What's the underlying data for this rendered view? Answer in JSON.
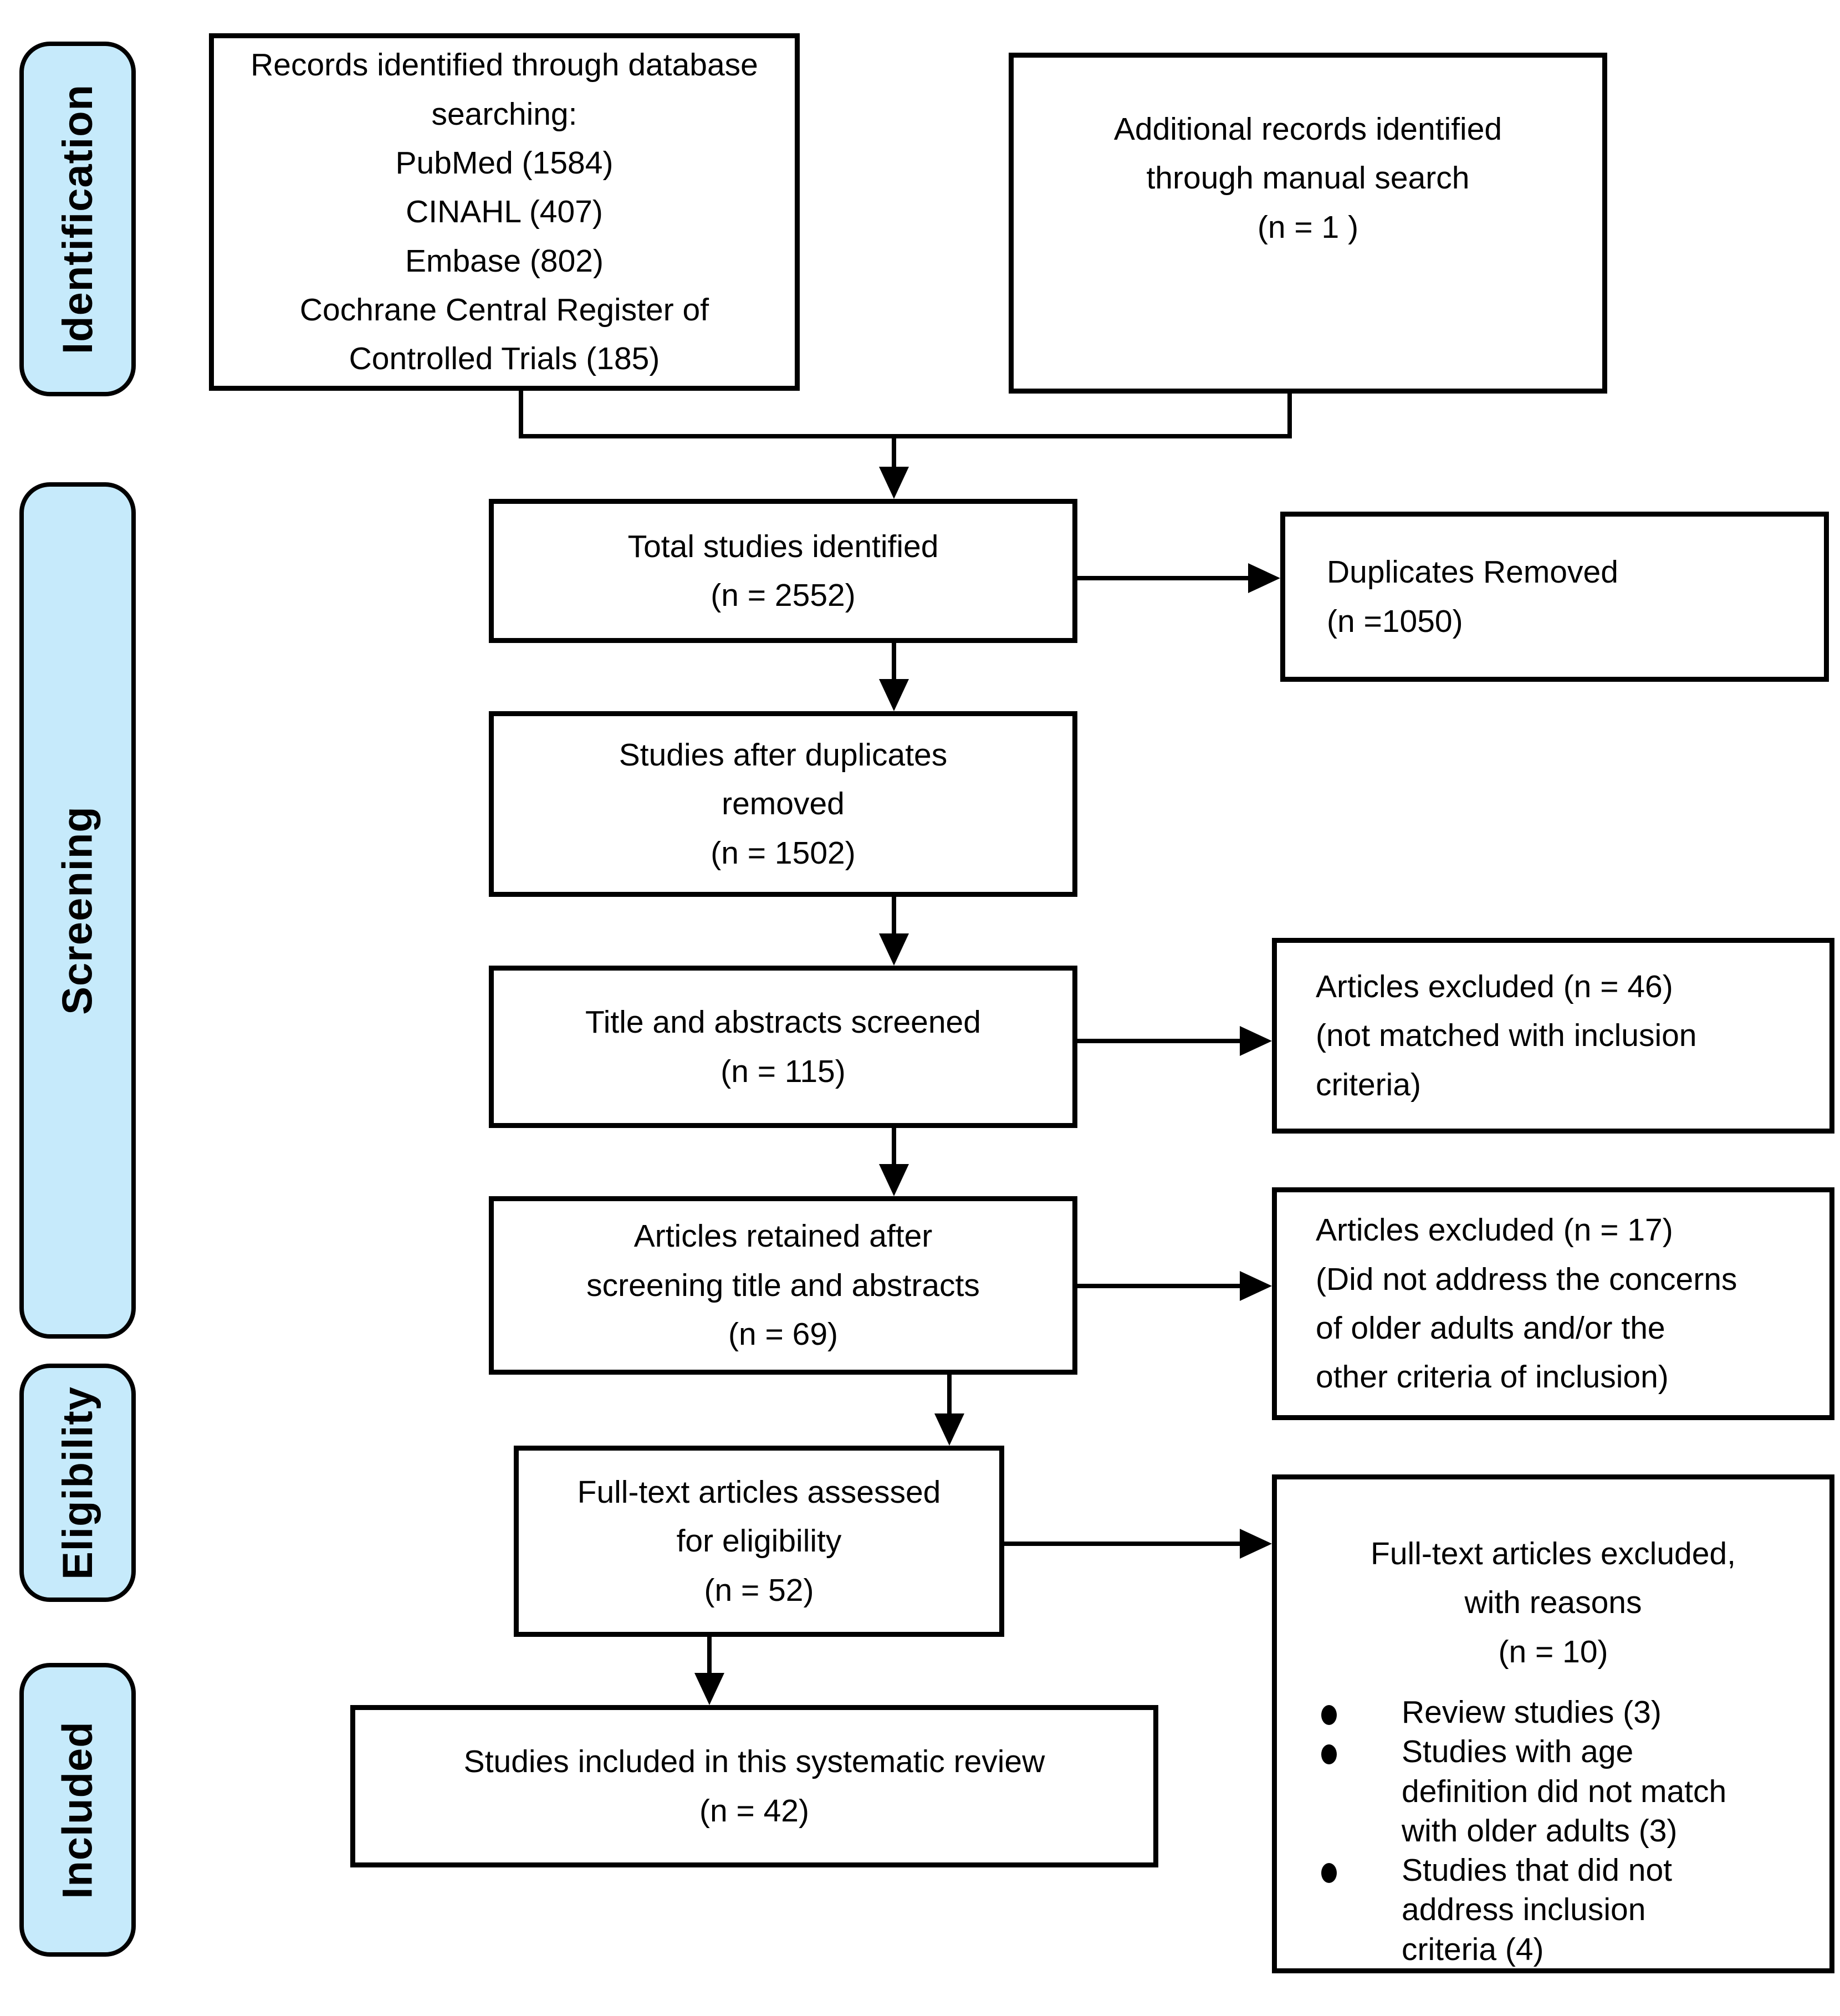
{
  "stages": [
    {
      "label": "Identification"
    },
    {
      "label": "Screening"
    },
    {
      "label": "Eligibility"
    },
    {
      "label": "Included"
    }
  ],
  "boxes": {
    "records": {
      "text": "Records identified through database\nsearching:\nPubMed (1584)\nCINAHL (407)\nEmbase (802)\nCochrane Central Register of\nControlled Trials (185)"
    },
    "additional": {
      "text": "Additional records identified\nthrough manual search\n(n = 1 )"
    },
    "total": {
      "text": "Total studies identified\n(n = 2552)"
    },
    "duplicates_removed": {
      "text": "Duplicates Removed\n(n =1050)"
    },
    "after_duplicates": {
      "text": "Studies after duplicates\nremoved\n(n = 1502)"
    },
    "screened": {
      "text": "Title and abstracts screened\n(n = 115)"
    },
    "excluded_screening": {
      "text": "Articles excluded (n = 46)\n(not matched with inclusion\ncriteria)"
    },
    "retained": {
      "text": "Articles retained after\nscreening title and abstracts\n(n = 69)"
    },
    "excluded_retained": {
      "text": "Articles excluded (n = 17)\n(Did not address the concerns\nof older adults and/or the\nother criteria of inclusion)"
    },
    "fulltext": {
      "text": "Full-text articles assessed\nfor eligibility\n(n = 52)"
    },
    "fulltext_excluded": {
      "heading": "Full-text articles excluded,\nwith reasons\n(n = 10)",
      "reasons": [
        "Review studies (3)",
        "Studies with age\ndefinition did not match\nwith older adults (3)",
        "Studies that did not\naddress inclusion\ncriteria (4)"
      ]
    },
    "included_review": {
      "text": "Studies included in this systematic review\n(n = 42)"
    }
  },
  "counts": {
    "pubmed": 1584,
    "cinahl": 407,
    "embase": 802,
    "cochrane": 185,
    "manual_search": 1,
    "total_identified": 2552,
    "duplicates_removed": 1050,
    "after_duplicates": 1502,
    "titles_abstracts_screened": 115,
    "excluded_not_matched": 46,
    "retained_after_screening": 69,
    "excluded_concerns": 17,
    "fulltext_assessed": 52,
    "fulltext_excluded": 10,
    "review_studies": 3,
    "age_definition_mismatch": 3,
    "did_not_address_criteria": 4,
    "included_in_review": 42
  },
  "colors": {
    "stage_fill": "#c6eafb",
    "border": "#000000",
    "background": "#ffffff",
    "text": "#000000"
  }
}
